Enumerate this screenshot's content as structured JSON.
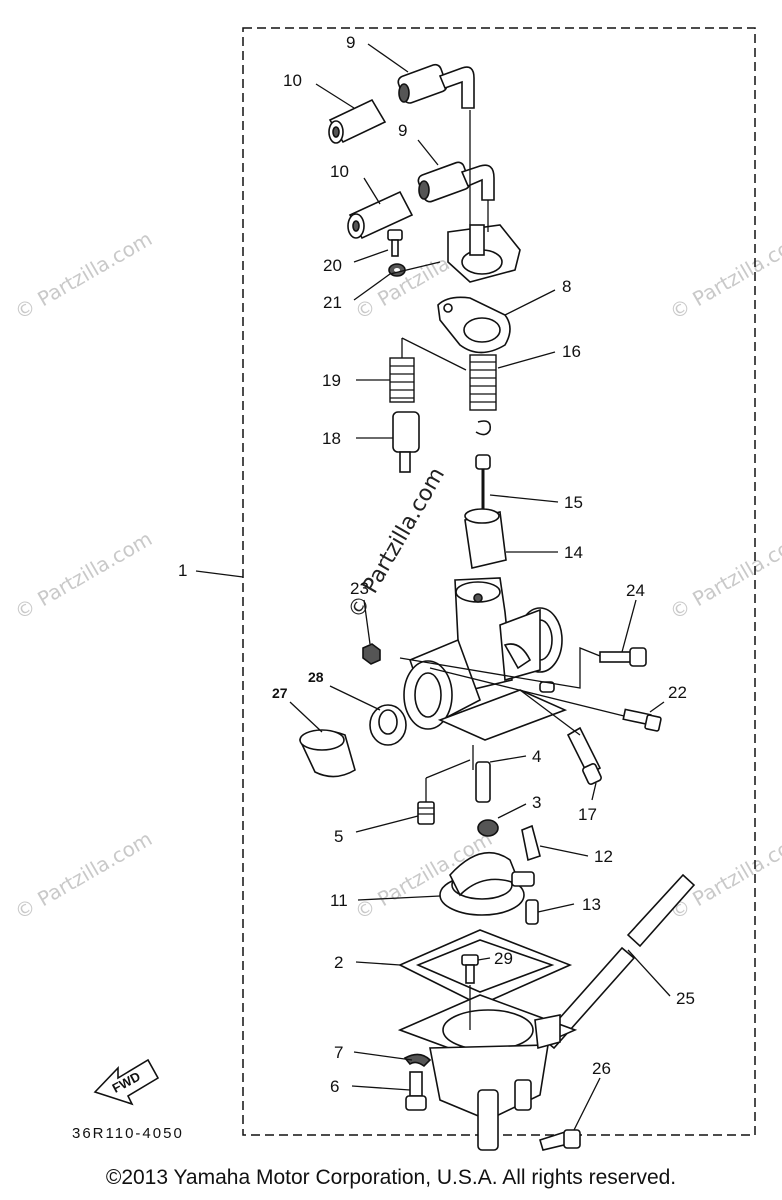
{
  "copyright": "©2013 Yamaha Motor Corporation, U.S.A. All rights reserved.",
  "diagram_code": "36R110-4050",
  "fwd_label": "FWD",
  "watermark": "© Partzilla.com",
  "callouts": {
    "c1": "1",
    "c2": "2",
    "c3": "3",
    "c4": "4",
    "c5": "5",
    "c6": "6",
    "c7": "7",
    "c8": "8",
    "c9a": "9",
    "c9b": "9",
    "c10a": "10",
    "c10b": "10",
    "c11": "11",
    "c12": "12",
    "c13": "13",
    "c14": "14",
    "c15": "15",
    "c16": "16",
    "c17": "17",
    "c18": "18",
    "c19": "19",
    "c20": "20",
    "c21": "21",
    "c22": "22",
    "c23": "23",
    "c24": "24",
    "c25": "25",
    "c26": "26",
    "c27": "27",
    "c28": "28",
    "c29": "29"
  }
}
